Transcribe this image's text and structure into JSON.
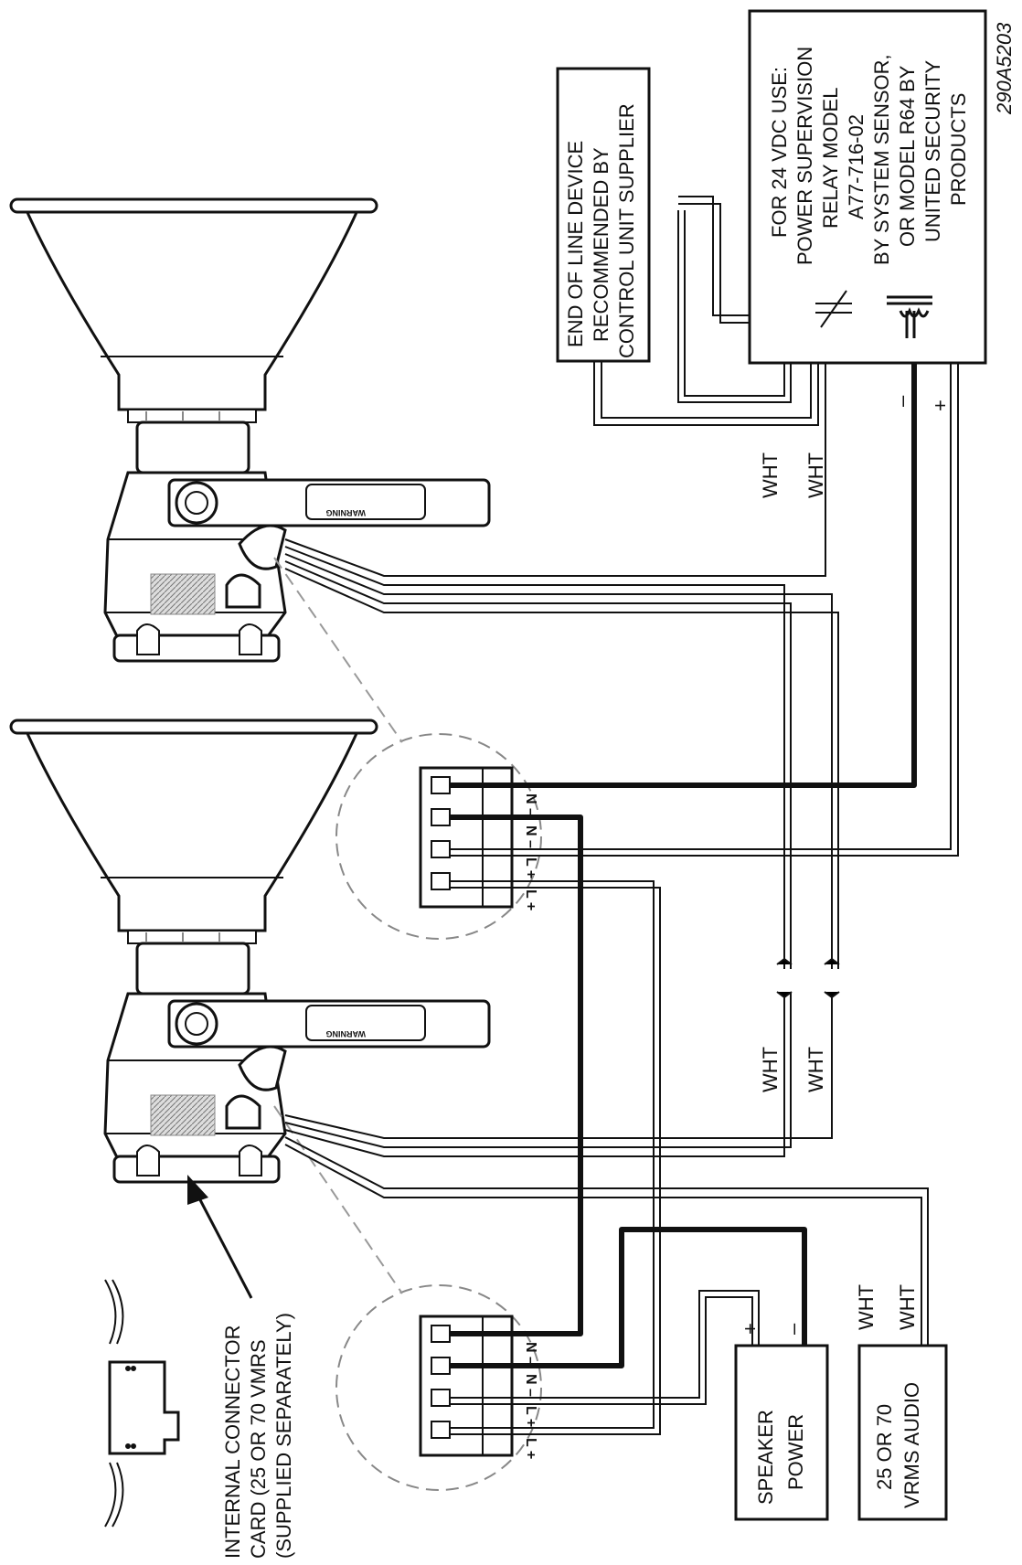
{
  "diagram": {
    "ref_code": "290A5203",
    "eol_box": {
      "lines": [
        "END OF LINE DEVICE",
        "RECOMMENDED BY",
        "CONTROL UNIT SUPPLIER"
      ]
    },
    "relay_box": {
      "lines": [
        "FOR 24 VDC USE:",
        "POWER SUPERVISION",
        "RELAY MODEL",
        "A77-716-02",
        "BY SYSTEM SENSOR,",
        "OR MODEL R64 BY",
        "UNITED SECURITY",
        "PRODUCTS"
      ],
      "minus_sign": "–",
      "plus_sign": "+"
    },
    "wire_labels": {
      "top_wht_1": "WHT",
      "top_wht_2": "WHT",
      "mid_wht_1": "WHT",
      "mid_wht_2": "WHT",
      "bottom_wht_1": "WHT",
      "bottom_wht_2": "WHT"
    },
    "speaker_power": {
      "lines": [
        "SPEAKER",
        "POWER"
      ],
      "plus": "+",
      "minus": "–"
    },
    "audio_source": {
      "lines": [
        "25 OR 70",
        "VRMS AUDIO"
      ]
    },
    "connector_card_note": {
      "lines": [
        "INTERNAL CONNECTOR",
        "CARD (25 OR 70 VMRS",
        "(SUPPLIED SEPARATELY)"
      ]
    },
    "terminal_labels": [
      "N –",
      "N –",
      "L +",
      "L +"
    ],
    "horn_plate_text": "WARNING"
  }
}
